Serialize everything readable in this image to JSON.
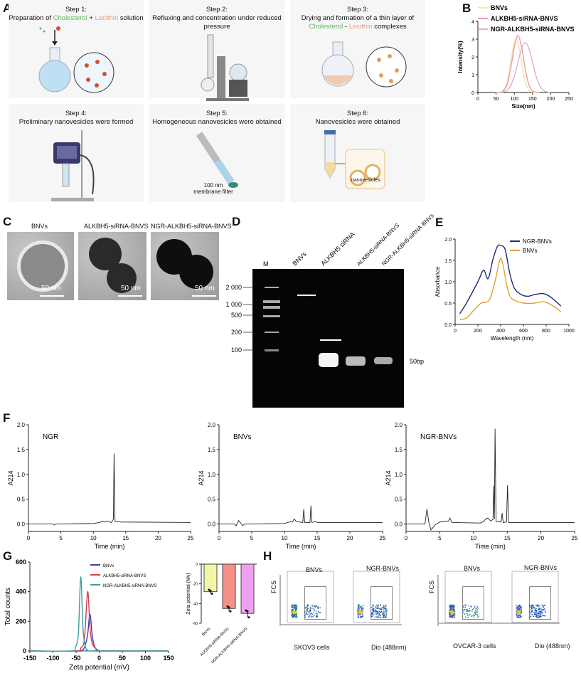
{
  "panel_labels": {
    "A": "A",
    "B": "B",
    "C": "C",
    "D": "D",
    "E": "E",
    "F": "F",
    "G": "G",
    "H": "H"
  },
  "panel_A": {
    "steps": [
      {
        "title": "Step 1:",
        "text_parts": [
          "Preparation of ",
          "Cholesterol",
          " + ",
          "Lecithin",
          " solution"
        ]
      },
      {
        "title": "Step 2:",
        "text": "Refluxing and concentration under reduced pressure"
      },
      {
        "title": "Step 3:",
        "text_parts": [
          "Drying and formation of a thin layer of ",
          "Cholesterol",
          " - ",
          "Lecithin",
          " complexes"
        ]
      },
      {
        "title": "Step 4:",
        "text": "Preliminary nanovesicles were formed"
      },
      {
        "title": "Step 5:",
        "text": "Homogeneous nanovesicles were obtained",
        "annotation": "100 nm membrane filter"
      },
      {
        "title": "Step 6:",
        "text": "Nanovesicles were obtained",
        "annotation": "nanovesicles"
      }
    ],
    "colors": {
      "cholesterol": "#5cb85c",
      "lecithin": "#e8a070"
    }
  },
  "panel_C": {
    "images": [
      {
        "label": "BNVs",
        "scale": "50 nm"
      },
      {
        "label": "ALKBH5-siRNA-BNVS",
        "scale": "50 nm"
      },
      {
        "label": "NGR-ALKBH5-siRNA-BNVS",
        "scale": "50 nm"
      }
    ]
  },
  "panel_D": {
    "lanes": [
      "M",
      "BNVs",
      "ALKBH5 siRNA",
      "ALKBH5-siRNA-BNVS",
      "NGR-ALKBH5-siRNA-BNVs"
    ],
    "markers": [
      "2 000",
      "1 000",
      "500",
      "200",
      "100"
    ],
    "band_label": "50bp"
  },
  "panel_H": {
    "groups": [
      {
        "cell": "SKOV3 cells",
        "plots": [
          "BNVs",
          "NGR-BNVs"
        ]
      },
      {
        "cell": "OVCAR-3 cells",
        "plots": [
          "BNVs",
          "NGR-BNVs"
        ]
      }
    ],
    "ylabel": "FCS",
    "xlabel": "Dio  (488nm)"
  },
  "chart_data": [
    {
      "id": "B",
      "type": "line",
      "xlabel": "Size(nm)",
      "ylabel": "Intensity(%)",
      "xlim": [
        0,
        250
      ],
      "ylim": [
        0,
        4
      ],
      "xticks": [
        0,
        50,
        100,
        150,
        200,
        250
      ],
      "yticks": [
        0,
        1,
        2,
        3,
        4
      ],
      "legend": "top",
      "grid": false,
      "series": [
        {
          "name": "BNVs",
          "color": "#f2e8a0",
          "points": [
            [
              50,
              0
            ],
            [
              60,
              0.02
            ],
            [
              70,
              0.13
            ],
            [
              80,
              0.61
            ],
            [
              90,
              1.69
            ],
            [
              100,
              2.81
            ],
            [
              105,
              3.0
            ],
            [
              110,
              2.81
            ],
            [
              120,
              1.69
            ],
            [
              130,
              0.61
            ],
            [
              140,
              0.13
            ],
            [
              150,
              0.02
            ],
            [
              160,
              0
            ]
          ]
        },
        {
          "name": "ALKBH5-siRNA-BNVS",
          "color": "#ec9aa8",
          "points": [
            [
              50,
              0
            ],
            [
              60,
              0.01
            ],
            [
              70,
              0.09
            ],
            [
              80,
              0.43
            ],
            [
              90,
              1.32
            ],
            [
              100,
              2.56
            ],
            [
              110,
              3.2
            ],
            [
              120,
              2.56
            ],
            [
              130,
              1.32
            ],
            [
              140,
              0.43
            ],
            [
              150,
              0.09
            ],
            [
              160,
              0.01
            ],
            [
              170,
              0
            ]
          ]
        },
        {
          "name": "NGR-ALKBH5-siRNA-BNVS",
          "color": "#e8a8d4",
          "points": [
            [
              60,
              0
            ],
            [
              70,
              0.03
            ],
            [
              80,
              0.12
            ],
            [
              90,
              0.38
            ],
            [
              100,
              0.91
            ],
            [
              110,
              1.7
            ],
            [
              120,
              2.47
            ],
            [
              130,
              2.8
            ],
            [
              140,
              2.47
            ],
            [
              150,
              1.7
            ],
            [
              160,
              0.91
            ],
            [
              170,
              0.38
            ],
            [
              180,
              0.12
            ],
            [
              190,
              0.03
            ],
            [
              200,
              0
            ]
          ]
        }
      ]
    },
    {
      "id": "E",
      "type": "line",
      "xlabel": "Wavelength (nm)",
      "ylabel": "Absorbance",
      "xlim": [
        0,
        1000
      ],
      "ylim": [
        0,
        2.0
      ],
      "xticks": [
        0,
        200,
        400,
        600,
        800,
        1000
      ],
      "yticks": [
        "0.0",
        "0.5",
        "1.0",
        "1.5",
        "2.0"
      ],
      "legend": "top-right",
      "grid": false,
      "series": [
        {
          "name": "NGR-BNVs",
          "color": "#1f2a7a",
          "points": [
            [
              40,
              0.25
            ],
            [
              100,
              0.5
            ],
            [
              200,
              1.0
            ],
            [
              250,
              1.27
            ],
            [
              290,
              1.07
            ],
            [
              330,
              1.5
            ],
            [
              370,
              1.82
            ],
            [
              400,
              1.85
            ],
            [
              440,
              1.75
            ],
            [
              480,
              1.2
            ],
            [
              520,
              0.85
            ],
            [
              580,
              0.7
            ],
            [
              640,
              0.66
            ],
            [
              700,
              0.7
            ],
            [
              780,
              0.72
            ],
            [
              850,
              0.62
            ],
            [
              930,
              0.43
            ]
          ]
        },
        {
          "name": "BNVs",
          "color": "#e0a030",
          "points": [
            [
              40,
              0.12
            ],
            [
              100,
              0.15
            ],
            [
              180,
              0.38
            ],
            [
              230,
              0.5
            ],
            [
              300,
              0.57
            ],
            [
              350,
              1.0
            ],
            [
              395,
              1.52
            ],
            [
              420,
              1.4
            ],
            [
              460,
              0.85
            ],
            [
              500,
              0.6
            ],
            [
              600,
              0.5
            ],
            [
              700,
              0.5
            ],
            [
              780,
              0.53
            ],
            [
              850,
              0.45
            ],
            [
              930,
              0.3
            ]
          ]
        }
      ]
    },
    {
      "id": "F1",
      "type": "line",
      "title": "NGR",
      "xlabel": "Time (min)",
      "ylabel": "A214",
      "xlim": [
        0,
        25
      ],
      "ylim": [
        -0.15,
        2.0
      ],
      "xticks": [
        0,
        5,
        10,
        15,
        20,
        25
      ],
      "yticks": [
        "0.0",
        "0.5",
        "1.0",
        "1.5",
        "2.0"
      ],
      "series": [
        {
          "color": "#222",
          "points": [
            [
              0,
              0
            ],
            [
              3.8,
              0
            ],
            [
              4,
              -0.02
            ],
            [
              4.2,
              0
            ],
            [
              10,
              0.01
            ],
            [
              11,
              0.03
            ],
            [
              11.4,
              0.06
            ],
            [
              11.7,
              0.04
            ],
            [
              12.1,
              0.06
            ],
            [
              12.8,
              0.03
            ],
            [
              13.1,
              0.1
            ],
            [
              13.2,
              1.42
            ],
            [
              13.35,
              0.05
            ],
            [
              14.3,
              0.04
            ],
            [
              25,
              0.03
            ]
          ]
        }
      ]
    },
    {
      "id": "F2",
      "type": "line",
      "title": "BNVs",
      "xlabel": "Time (min)",
      "ylabel": "A214",
      "xlim": [
        0,
        25
      ],
      "ylim": [
        -0.15,
        2.0
      ],
      "xticks": [
        0,
        5,
        10,
        15,
        20,
        25
      ],
      "yticks": [
        "0.0",
        "0.5",
        "1.0",
        "1.5",
        "2.0"
      ],
      "series": [
        {
          "color": "#222",
          "points": [
            [
              0,
              0
            ],
            [
              2.4,
              0
            ],
            [
              2.6,
              -0.04
            ],
            [
              3,
              0.07
            ],
            [
              3.3,
              0.02
            ],
            [
              3.6,
              -0.03
            ],
            [
              4,
              0
            ],
            [
              10,
              0.01
            ],
            [
              11,
              0.05
            ],
            [
              11.2,
              0.04
            ],
            [
              11.5,
              0.1
            ],
            [
              11.8,
              0.05
            ],
            [
              12.8,
              0.03
            ],
            [
              12.95,
              0.3
            ],
            [
              13.1,
              0.03
            ],
            [
              13.9,
              0.03
            ],
            [
              14.05,
              0.37
            ],
            [
              14.2,
              0.03
            ],
            [
              14.8,
              0.05
            ],
            [
              15,
              0.03
            ],
            [
              25,
              0.03
            ]
          ]
        }
      ]
    },
    {
      "id": "F3",
      "type": "line",
      "title": "NGR-BNVs",
      "xlabel": "Time (min)",
      "ylabel": "A214",
      "xlim": [
        0,
        25
      ],
      "ylim": [
        -0.15,
        2.0
      ],
      "xticks": [
        0,
        5,
        10,
        15,
        20,
        25
      ],
      "yticks": [
        "0.0",
        "0.5",
        "1.0",
        "1.5",
        "2.0"
      ],
      "series": [
        {
          "color": "#222",
          "points": [
            [
              0,
              0
            ],
            [
              2.8,
              0
            ],
            [
              3.1,
              0.3
            ],
            [
              3.4,
              0.02
            ],
            [
              3.7,
              -0.12
            ],
            [
              4.3,
              -0.02
            ],
            [
              5,
              0.04
            ],
            [
              6.3,
              0.06
            ],
            [
              6.5,
              0.12
            ],
            [
              6.8,
              0.03
            ],
            [
              11,
              0.02
            ],
            [
              11.5,
              0.05
            ],
            [
              11.8,
              0.1
            ],
            [
              12.1,
              0.12
            ],
            [
              12.6,
              0.06
            ],
            [
              12.9,
              0.1
            ],
            [
              13.0,
              0.77
            ],
            [
              13.1,
              0.1
            ],
            [
              13.2,
              1.92
            ],
            [
              13.35,
              0.05
            ],
            [
              14.1,
              0.04
            ],
            [
              14.25,
              0.22
            ],
            [
              14.4,
              0.03
            ],
            [
              14.9,
              0.04
            ],
            [
              15.05,
              0.78
            ],
            [
              15.2,
              0.03
            ],
            [
              25,
              0.03
            ]
          ]
        }
      ]
    },
    {
      "id": "G1",
      "type": "line",
      "xlabel": "Zeta potential (mV)",
      "ylabel": "Total counts",
      "xlim": [
        -150,
        150
      ],
      "ylim": [
        0,
        600
      ],
      "xticks": [
        -150,
        -100,
        -50,
        0,
        50,
        100,
        150
      ],
      "yticks": [
        0,
        200,
        400,
        600
      ],
      "legend": "top-right",
      "series": [
        {
          "name": "BNVs",
          "color": "#4a3aa0",
          "points": [
            [
              -150,
              0
            ],
            [
              -45,
              0
            ],
            [
              -35,
              10
            ],
            [
              -30,
              40
            ],
            [
              -25,
              110
            ],
            [
              -20,
              250
            ],
            [
              -15,
              100
            ],
            [
              -10,
              30
            ],
            [
              -5,
              10
            ],
            [
              0,
              2
            ],
            [
              5,
              0
            ],
            [
              150,
              0
            ]
          ]
        },
        {
          "name": "ALKBH5-siRNA-BNVS",
          "color": "#d04050",
          "points": [
            [
              -150,
              0
            ],
            [
              -50,
              0
            ],
            [
              -40,
              20
            ],
            [
              -32,
              80
            ],
            [
              -25,
              400
            ],
            [
              -20,
              160
            ],
            [
              -15,
              50
            ],
            [
              -5,
              8
            ],
            [
              0,
              0
            ],
            [
              150,
              0
            ]
          ]
        },
        {
          "name": "NGR-ALKBH5-siRNA-BNVS",
          "color": "#3aa0a0",
          "points": [
            [
              -150,
              0
            ],
            [
              -60,
              0
            ],
            [
              -52,
              20
            ],
            [
              -45,
              120
            ],
            [
              -40,
              500
            ],
            [
              -35,
              150
            ],
            [
              -30,
              30
            ],
            [
              -25,
              5
            ],
            [
              -20,
              0
            ],
            [
              150,
              0
            ]
          ]
        }
      ]
    },
    {
      "id": "G2",
      "type": "bar",
      "ylabel": "Zeta potential (Mv)",
      "ylim": [
        -60,
        0
      ],
      "yticks": [
        0,
        -20,
        -40,
        -60
      ],
      "categories": [
        "BNVs",
        "ALKBH5-siRNA-BNVs",
        "NGR-ALKBH5-siRNA-BNVS"
      ],
      "values": [
        -28,
        -45,
        -50
      ],
      "points": [
        [
          -26,
          -27,
          -30
        ],
        [
          -43,
          -44,
          -48
        ],
        [
          -47,
          -48,
          -54
        ]
      ],
      "colors": [
        "#f0f5a8",
        "#f59088",
        "#f0a0f0"
      ]
    }
  ]
}
